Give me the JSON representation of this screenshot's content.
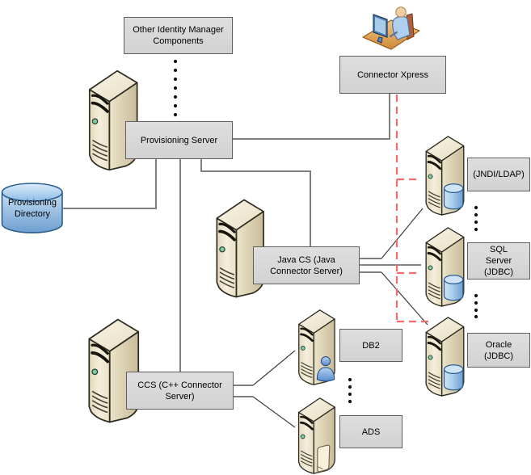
{
  "nodes": {
    "other_components": {
      "label": "Other Identity Manager Components"
    },
    "provisioning_server": {
      "label": "Provisioning Server"
    },
    "provisioning_directory": {
      "label": "Provisioning Directory"
    },
    "connector_xpress": {
      "label": "Connector Xpress"
    },
    "java_cs": {
      "label": "Java CS (Java Connector Server)"
    },
    "ccs": {
      "label": "CCS (C++ Connector Server)"
    },
    "jndi_ldap": {
      "label": "(JNDI/LDAP)"
    },
    "sql_server": {
      "label": "SQL Server (JDBC)"
    },
    "oracle": {
      "label": "Oracle (JDBC)"
    },
    "db2": {
      "label": "DB2"
    },
    "ads": {
      "label": "ADS"
    }
  },
  "edges": [
    {
      "from": "other_components",
      "to": "provisioning_server",
      "style": "dotted"
    },
    {
      "from": "provisioning_server",
      "to": "connector_xpress",
      "style": "solid"
    },
    {
      "from": "provisioning_server",
      "to": "provisioning_directory",
      "style": "solid"
    },
    {
      "from": "provisioning_server",
      "to": "java_cs",
      "style": "solid"
    },
    {
      "from": "provisioning_server",
      "to": "ccs",
      "style": "solid"
    },
    {
      "from": "java_cs",
      "to": "jndi_ldap",
      "style": "solid"
    },
    {
      "from": "java_cs",
      "to": "sql_server",
      "style": "solid"
    },
    {
      "from": "java_cs",
      "to": "oracle",
      "style": "solid"
    },
    {
      "from": "ccs",
      "to": "db2",
      "style": "solid"
    },
    {
      "from": "ccs",
      "to": "ads",
      "style": "solid"
    },
    {
      "from": "connector_xpress",
      "to": "jndi_ldap",
      "style": "dashed-red"
    },
    {
      "from": "connector_xpress",
      "to": "sql_server",
      "style": "dashed-red"
    },
    {
      "from": "connector_xpress",
      "to": "oracle",
      "style": "dashed-red"
    }
  ],
  "colors": {
    "box_fill": "#d6d6d6",
    "box_border": "#5f5f5f",
    "connector_gray": "#7f7f7f",
    "connector_thin": "#3f3f3f",
    "dashed_red": "#f26c6c",
    "cylinder_blue": "#8fbde6",
    "tower_beige": "#ece4ca"
  }
}
